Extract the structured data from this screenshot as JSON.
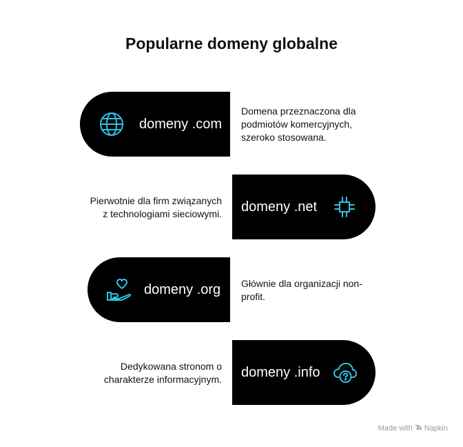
{
  "title": "Popularne domeny globalne",
  "accent_color": "#2ec4e6",
  "items": [
    {
      "label": "domeny .com",
      "icon": "globe-icon",
      "description_lines": [
        "Domena przeznaczona dla",
        "podmiotów komercyjnych,",
        "szeroko stosowana."
      ]
    },
    {
      "label": "domeny .net",
      "icon": "circuit-icon",
      "description_lines": [
        "Pierwotnie dla firm związanych",
        "z technologiami sieciowymi."
      ]
    },
    {
      "label": "domeny .org",
      "icon": "heart-hand-icon",
      "description_lines": [
        "Głównie dla organizacji non-",
        "profit."
      ]
    },
    {
      "label": "domeny .info",
      "icon": "cloud-question-icon",
      "description_lines": [
        "Dedykowana stronom o",
        "charakterze informacyjnym."
      ]
    }
  ],
  "watermark": {
    "prefix": "Made with",
    "brand": "Napkin"
  }
}
